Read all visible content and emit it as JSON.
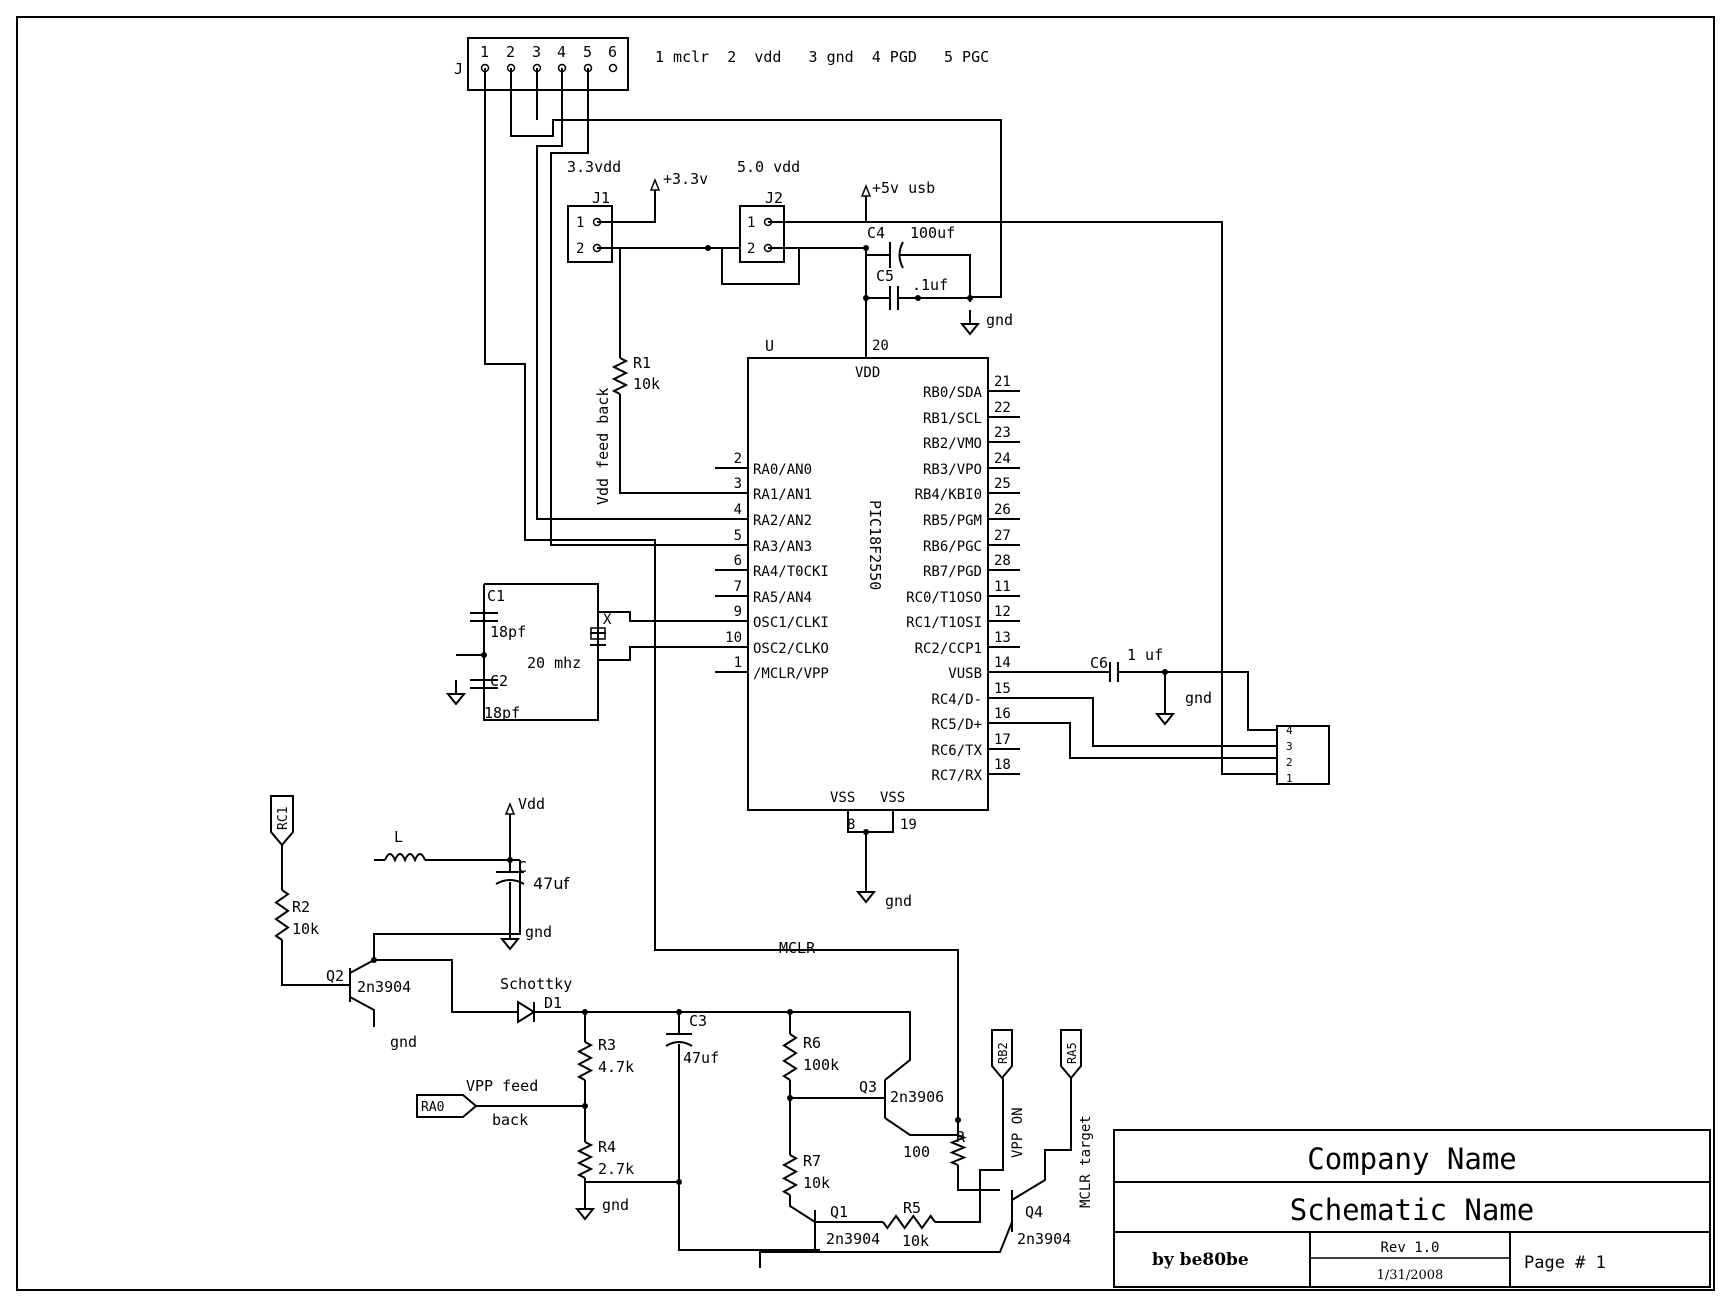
{
  "header_j": {
    "ref": "J",
    "pins": [
      "1",
      "2",
      "3",
      "4",
      "5",
      "6"
    ],
    "legend": "1 mclr  2  vdd   3 gnd  4 PGD   5 PGC"
  },
  "jumpers": {
    "j1_title": "3.3vdd",
    "j1_ref": "J1",
    "j1_supply": "+3.3v",
    "j2_title": "5.0 vdd",
    "j2_ref": "J2",
    "j2_supply": "+5v usb",
    "pin1": "1",
    "pin2": "2"
  },
  "caps_top": {
    "c4_ref": "C4",
    "c4_val": "100uf",
    "c5_ref": "C5",
    "c5_val": ".1uf",
    "gnd": "gnd"
  },
  "r1": {
    "ref": "R1",
    "val": "10k",
    "note": "Vdd feed back"
  },
  "chip": {
    "ref": "U",
    "part": "PIC18F2550",
    "vdd_label": "VDD",
    "vdd_pin": "20",
    "vss1": "VSS",
    "vss2": "VSS",
    "vss1_pin": "8",
    "vss2_pin": "19",
    "gnd": "gnd",
    "left_pins": [
      {
        "num": "2",
        "name": "RA0/AN0"
      },
      {
        "num": "3",
        "name": "RA1/AN1"
      },
      {
        "num": "4",
        "name": "RA2/AN2"
      },
      {
        "num": "5",
        "name": "RA3/AN3"
      },
      {
        "num": "6",
        "name": "RA4/T0CKI"
      },
      {
        "num": "7",
        "name": "RA5/AN4"
      },
      {
        "num": "9",
        "name": "OSC1/CLKI"
      },
      {
        "num": "10",
        "name": "OSC2/CLKO"
      },
      {
        "num": "1",
        "name": "/MCLR/VPP"
      }
    ],
    "right_pins": [
      {
        "num": "21",
        "name": "RB0/SDA"
      },
      {
        "num": "22",
        "name": "RB1/SCL"
      },
      {
        "num": "23",
        "name": "RB2/VMO"
      },
      {
        "num": "24",
        "name": "RB3/VPO"
      },
      {
        "num": "25",
        "name": "RB4/KBI0"
      },
      {
        "num": "26",
        "name": "RB5/PGM"
      },
      {
        "num": "27",
        "name": "RB6/PGC"
      },
      {
        "num": "28",
        "name": "RB7/PGD"
      },
      {
        "num": "11",
        "name": "RC0/T1OSO"
      },
      {
        "num": "12",
        "name": "RC1/T1OSI"
      },
      {
        "num": "13",
        "name": "RC2/CCP1"
      },
      {
        "num": "14",
        "name": "VUSB"
      },
      {
        "num": "15",
        "name": "RC4/D-"
      },
      {
        "num": "16",
        "name": "RC5/D+"
      },
      {
        "num": "17",
        "name": "RC6/TX"
      },
      {
        "num": "18",
        "name": "RC7/RX"
      }
    ]
  },
  "crystal": {
    "c1_ref": "C1",
    "c1_val": "18pf",
    "c2_ref": "C2",
    "c2_val": "18pf",
    "x_ref": "X",
    "x_val": "20 mhz"
  },
  "usb": {
    "c6_ref": "C6",
    "c6_val": "1 uf",
    "gnd": "gnd",
    "pins": [
      "4",
      "3",
      "2",
      "1"
    ]
  },
  "boost": {
    "rc1_tag": "RC1",
    "r2_ref": "R2",
    "r2_val": "10k",
    "l_ref": "L",
    "vdd_tag": "Vdd",
    "c_ref": "C",
    "c_val": "47uf",
    "c_gnd": "gnd",
    "q2_ref": "Q2",
    "q2_part": "2n3904",
    "q2_gnd": "gnd",
    "d1_name": "Schottky",
    "d1_ref": "D1",
    "c3_ref": "C3",
    "c3_val": "47uf",
    "r3_ref": "R3",
    "r3_val": "4.7k",
    "r4_ref": "R4",
    "r4_val": "2.7k",
    "r4_gnd": "gnd",
    "ra0_tag": "RA0",
    "vpp_note1": "VPP feed",
    "vpp_note2": "back",
    "mclr_net": "MCLR",
    "r6_ref": "R6",
    "r6_val": "100k",
    "r7_ref": "R7",
    "r7_val": "10k",
    "q3_ref": "Q3",
    "q3_part": "2n3906",
    "q1_ref": "Q1",
    "q1_part": "2n3904",
    "r5_ref": "R5",
    "r5_val": "10k",
    "r_ref": "R",
    "r_val": "100",
    "rb2_tag": "RB2",
    "ra5_tag": "RA5",
    "vpp_on": "VPP ON",
    "mclr_target": "MCLR target",
    "q4_ref": "Q4",
    "q4_part": "2n3904"
  },
  "title_block": {
    "company": "Company Name",
    "schematic": "Schematic Name",
    "author": "by be80be",
    "rev": "Rev 1.0",
    "date": "1/31/2008",
    "page": "Page # 1"
  }
}
